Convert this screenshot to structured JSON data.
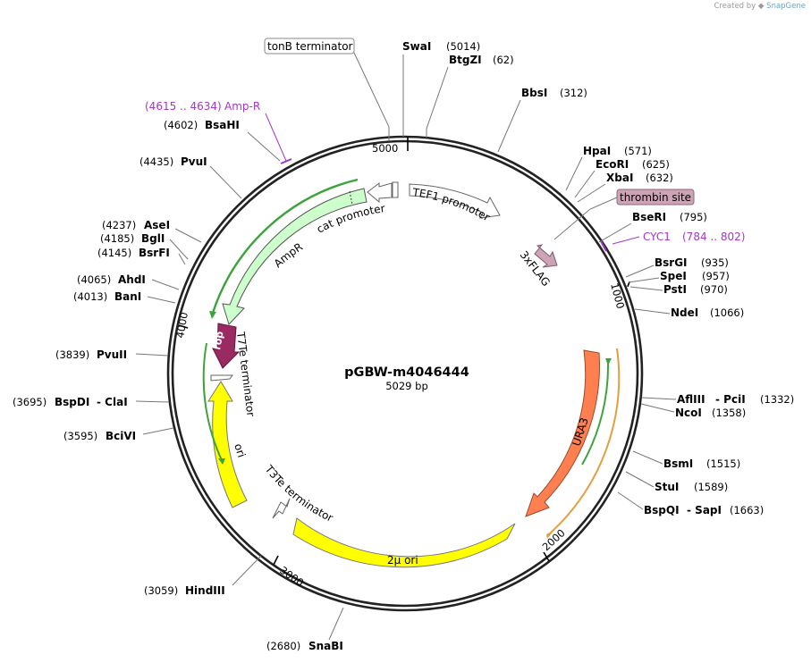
{
  "credit": {
    "prefix": "Created by",
    "brand": "SnapGene"
  },
  "plasmid": {
    "name": "pGBW-m4046444",
    "length": "5029 bp"
  },
  "ticks": [
    "5000",
    "1000",
    "2000",
    "3000",
    "4000"
  ],
  "sites": [
    {
      "enzyme": "SwaI",
      "pos": "(5014)"
    },
    {
      "enzyme": "BtgZI",
      "pos": "(62)"
    },
    {
      "enzyme": "BbsI",
      "pos": "(312)"
    },
    {
      "enzyme": "HpaI",
      "pos": "(571)"
    },
    {
      "enzyme": "EcoRI",
      "pos": "(625)"
    },
    {
      "enzyme": "XbaI",
      "pos": "(632)"
    },
    {
      "enzyme": "BseRI",
      "pos": "(795)"
    },
    {
      "enzyme": "BsrGI",
      "pos": "(935)"
    },
    {
      "enzyme": "SpeI",
      "pos": "(957)"
    },
    {
      "enzyme": "PstI",
      "pos": "(970)"
    },
    {
      "enzyme": "NdeI",
      "pos": "(1066)"
    },
    {
      "enzyme": "AflIII",
      "pos": "(1332)",
      "extra": "PciI"
    },
    {
      "enzyme": "NcoI",
      "pos": "(1358)"
    },
    {
      "enzyme": "BsmI",
      "pos": "(1515)"
    },
    {
      "enzyme": "StuI",
      "pos": "(1589)"
    },
    {
      "enzyme": "BspQI",
      "pos": "(1663)",
      "extra": "SapI"
    },
    {
      "enzyme": "SnaBI",
      "pos": "(2680)"
    },
    {
      "enzyme": "HindIII",
      "pos": "(3059)"
    },
    {
      "enzyme": "BciVI",
      "pos": "(3595)"
    },
    {
      "enzyme": "BspDI",
      "pos": "(3695)",
      "extra": "ClaI"
    },
    {
      "enzyme": "PvuII",
      "pos": "(3839)"
    },
    {
      "enzyme": "BanI",
      "pos": "(4013)"
    },
    {
      "enzyme": "AhdI",
      "pos": "(4065)"
    },
    {
      "enzyme": "BsrFI",
      "pos": "(4145)"
    },
    {
      "enzyme": "BglI",
      "pos": "(4185)"
    },
    {
      "enzyme": "AseI",
      "pos": "(4237)"
    },
    {
      "enzyme": "PvuI",
      "pos": "(4435)"
    },
    {
      "enzyme": "BsaHI",
      "pos": "(4602)"
    }
  ],
  "primers": [
    {
      "name": "Amp-R",
      "range": "(4615 .. 4634)"
    },
    {
      "name": "CYC1",
      "range": "(784 .. 802)"
    }
  ],
  "boxed_features": [
    {
      "name": "tonB terminator"
    },
    {
      "name": "thrombin site"
    }
  ],
  "features": [
    {
      "name": "TEF1 promoter"
    },
    {
      "name": "3xFLAG"
    },
    {
      "name": "URA3"
    },
    {
      "name": "2μ ori"
    },
    {
      "name": "T3Te terminator"
    },
    {
      "name": "ori"
    },
    {
      "name": "T7Te terminator"
    },
    {
      "name": "rop"
    },
    {
      "name": "AmpR"
    },
    {
      "name": "cat promoter"
    }
  ],
  "colors": {
    "backbone": "#222222",
    "yellow": "#ffff00",
    "orange": "#ff7f50",
    "pink": "#cfa3b6",
    "mint": "#ccffcc",
    "rop": "#9b2a62",
    "green_line": "#3da33d",
    "orange_line": "#e0a040",
    "magenta": "#a236c9"
  }
}
